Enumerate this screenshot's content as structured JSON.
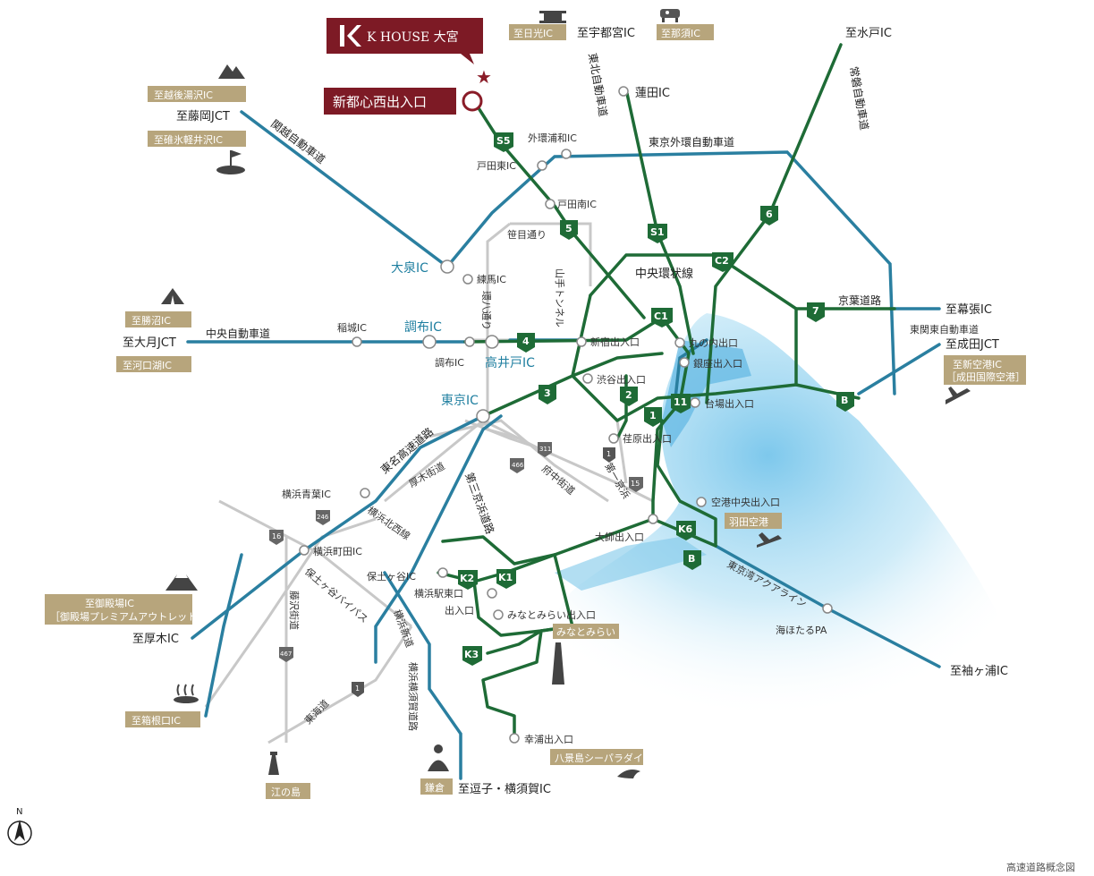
{
  "brand": {
    "name": "K HOUSE 大宮",
    "entrance": "新都心西出入口"
  },
  "colors": {
    "primary_road": "#2a7fa0",
    "metro_road": "#1e6b36",
    "minor_road": "#c2c2c2",
    "brand": "#7d1a25",
    "tag": "#b7a57c",
    "water": "#8fd0ee"
  },
  "tags": {
    "nikko": "至日光IC",
    "nasu": "至那須IC",
    "echigo": "至越後湯沢IC",
    "usui": "至碓氷軽井沢IC",
    "katsunuma": "至勝沼IC",
    "kawaguchiko": "至河口湖IC",
    "gotemba": "至御殿場IC",
    "gotemba_sub": "［御殿場プレミアムアウトレット］",
    "hakone": "至箱根口IC",
    "enoshima": "江の島",
    "kamakura": "鎌倉",
    "hakkeijima": "八景島シーパラダイス",
    "minatomirai": "みなとみらい",
    "haneda": "羽田空港",
    "narita": "至新空港IC",
    "narita_sub": "［成田国際空港］"
  },
  "places": {
    "utsunomiya": "至宇都宮IC",
    "mito": "至水戸IC",
    "fujioka": "至藤岡JCT",
    "hasuda": "蓮田IC",
    "gaikan_urawa": "外環浦和IC",
    "todahigashi": "戸田東IC",
    "todaminami": "戸田南IC",
    "oizumi": "大泉IC",
    "nerima": "練馬IC",
    "otsuki": "至大月JCT",
    "inagi": "稲城IC",
    "chofu1": "調布IC",
    "chofu2": "調布IC",
    "takaido": "高井戸IC",
    "tokyo_ic": "東京IC",
    "shinjuku": "新宿出入口",
    "marunouchi": "丸の内出口",
    "ginza": "銀座出入口",
    "shibuya": "渋谷出入口",
    "daiba": "台場出入口",
    "ebara": "荏原出入口",
    "makuhari": "至幕張IC",
    "narita_jct": "至成田JCT",
    "kuko_chuo": "空港中央出入口",
    "daishi": "大師出入口",
    "yokohama_aoba": "横浜青葉IC",
    "yokohama_machida": "横浜町田IC",
    "hodogaya": "保土ヶ谷IC",
    "yokohama_station": "横浜駅東口",
    "yokohama_station2": "出入口",
    "minatomirai_exit": "みなとみらい出入口",
    "atsugi": "至厚木IC",
    "umihotaru": "海ほたるPA",
    "sodegaura": "至袖ヶ浦IC",
    "sachiura": "幸浦出入口",
    "zushi": "至逗子・横須賀IC"
  },
  "roads": {
    "tohoku": "東北自動車道",
    "joban": "常磐自動車道",
    "kanetsu": "関越自動車道",
    "gaikan": "東京外環自動車道",
    "chuo_kanjo": "中央環状線",
    "keiyo": "京葉道路",
    "higashi_kanto": "東関東自動車道",
    "chuo_expwy": "中央自動車道",
    "tomei": "東名高速道路",
    "daisan_keihin": "第三京浜道路",
    "yokohama_hokusei": "横浜北西線",
    "hodogaya_bypass": "保土ヶ谷バイパス",
    "yokohama_shindo": "横浜新道",
    "yokohama_yokosuka": "横浜横須賀道路",
    "aqualine": "東京湾アクアライン",
    "yamate_tunnel": "山手トンネル",
    "kanpachi": "環八通り",
    "sasame": "笹目通り",
    "atsugi_kaido": "厚木街道",
    "fuchu_kaido": "府中街道",
    "daiichi_keihin": "第一京浜",
    "fujisawa_kaido": "藤沢街道",
    "tokaido": "東海道"
  },
  "shields": [
    "S5",
    "5",
    "S1",
    "C2",
    "6",
    "C1",
    "7",
    "4",
    "3",
    "2",
    "1",
    "11",
    "B",
    "K6",
    "B",
    "K2",
    "K1",
    "K3"
  ],
  "route_numbers": [
    "311",
    "466",
    "1",
    "15",
    "246",
    "16",
    "467",
    "1"
  ],
  "compass": "N",
  "footer": "高速道路概念図"
}
